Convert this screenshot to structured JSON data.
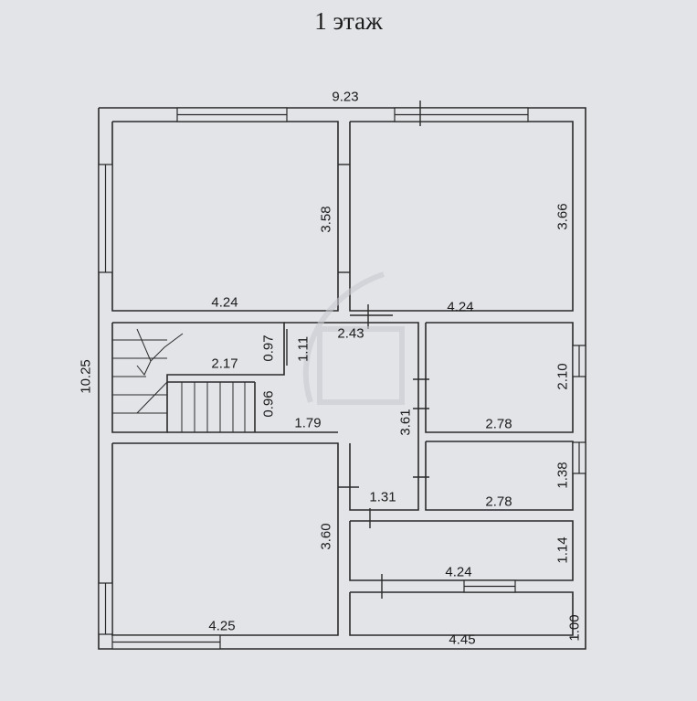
{
  "title": "1 этаж",
  "dimensions": {
    "top_width": "9.23",
    "left_height": "10.25",
    "room_tl_height": "3.58",
    "room_tl_width": "4.24",
    "room_tr_height": "3.66",
    "room_tr_width": "4.24",
    "hall_width": "2.43",
    "stair_0_97": "0.97",
    "stair_1_11": "1.11",
    "stair_width": "2.17",
    "stair_0_96": "0.96",
    "stair_1_79": "1.79",
    "hall_height": "3.61",
    "room_r1_height": "2.10",
    "room_r1_width": "2.78",
    "room_r2_height": "1.38",
    "room_r2_width": "2.78",
    "corridor_width": "1.31",
    "room_bl_height": "3.60",
    "room_bl_width": "4.25",
    "room_br_height": "1.14",
    "room_br_width": "4.24",
    "porch_height": "1.00",
    "porch_width": "4.45"
  }
}
